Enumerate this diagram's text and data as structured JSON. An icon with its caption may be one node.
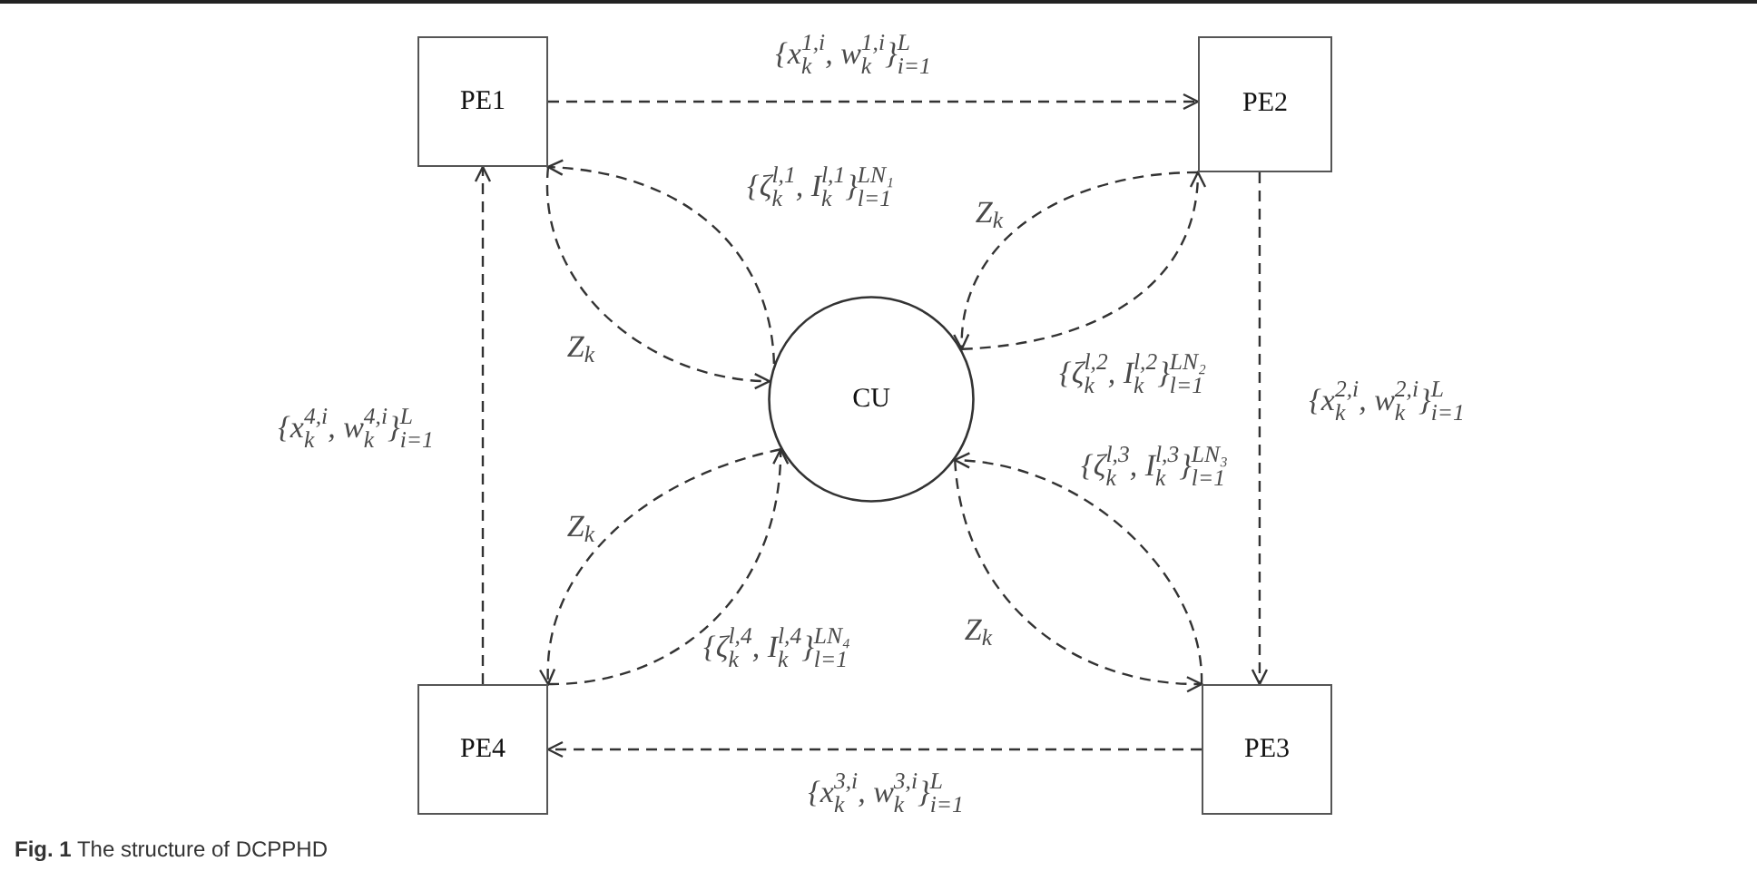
{
  "diagram": {
    "caption": "**Fig. 1** The structure of DCPPHD",
    "nodes": [
      {
        "text": [
          "PE1"
        ]
      },
      {
        "text": [
          "PE2"
        ]
      },
      {
        "text": [
          "CU"
        ]
      },
      {
        "text": [
          "PE4"
        ]
      },
      {
        "text": [
          "PE3"
        ]
      }
    ],
    "edges": [
      {
        "from": 0,
        "to": 1,
        "arrow": "to",
        "style": "dashed",
        "label": "{x$_{k}$$^{1,i}$, w$_{k}$$^{1,i}$}$^{L}$$_{i=1}$"
      },
      {
        "from": 1,
        "to": 4,
        "arrow": "to",
        "style": "dashed",
        "label": "{x$_{k}$$^{2,i}$, w$_{k}$$^{2,i}$}$^{L}$$_{i=1}$"
      },
      {
        "from": 4,
        "to": 3,
        "arrow": "to",
        "style": "dashed",
        "label": "{x$_{k}$$^{3,i}$, w$_{k}$$^{3,i}$}$^{L}$$_{i=1}$"
      },
      {
        "from": 3,
        "to": 0,
        "arrow": "to",
        "style": "dashed",
        "label": "{x$_{k}$$^{4,i}$, w$_{k}$$^{4,i}$}$^{L}$$_{i=1}$"
      },
      {
        "from": 2,
        "to": 0,
        "arrow": "to",
        "style": "dashed",
        "label": "{ζ$_{k}$$^{l,1}$, I$_{k}$$^{l,1}$}$^{LN₁}$$_{l=1}$"
      },
      {
        "from": 0,
        "to": 2,
        "arrow": "to",
        "style": "dashed",
        "label": "Z$_{k}$"
      },
      {
        "from": 1,
        "to": 2,
        "arrow": "to",
        "style": "dashed",
        "label": "Z$_{k}$"
      },
      {
        "from": 2,
        "to": 1,
        "arrow": "to",
        "style": "dashed",
        "label": "{ζ$_{k}$$^{l,2}$, I$_{k}$$^{l,2}$}$^{LN₂}$$_{l=1}$"
      },
      {
        "from": 4,
        "to": 2,
        "arrow": "to",
        "style": "dashed",
        "label": "{ζ$_{k}$$^{l,3}$, I$_{k}$$^{l,3}$}$^{LN₃}$$_{l=1}$"
      },
      {
        "from": 2,
        "to": 4,
        "arrow": "to",
        "style": "dashed",
        "label": "Z$_{k}$"
      },
      {
        "from": 2,
        "to": 3,
        "arrow": "to",
        "style": "dashed",
        "label": "Z$_{k}$"
      },
      {
        "from": 3,
        "to": 2,
        "arrow": "to",
        "style": "dashed",
        "label": "{ζ$_{k}$$^{l,4}$, I$_{k}$$^{l,4}$}$^{LN₄}$$_{l=1}$"
      }
    ]
  }
}
